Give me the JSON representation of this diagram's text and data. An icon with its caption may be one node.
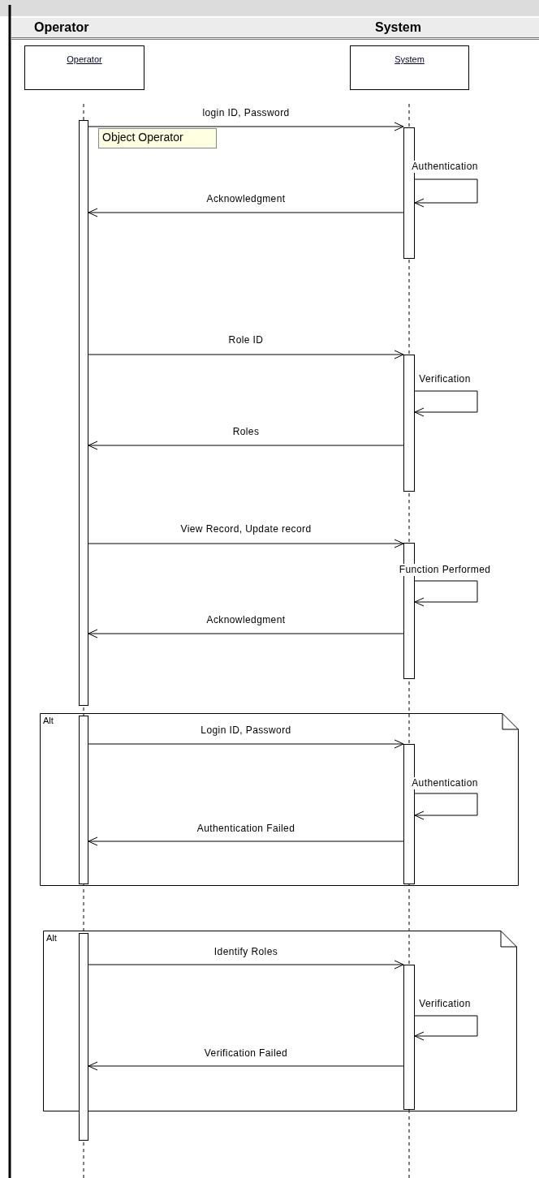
{
  "diagram": {
    "nodes": [
      {
        "text": [
          "Operator"
        ]
      },
      {
        "text": [
          "System"
        ]
      },
      {
        "text": [
          "Operator"
        ]
      },
      {
        "text": [
          "System"
        ]
      },
      {
        "text": [],
        "shape": "bar"
      },
      {
        "text": [
          "Object Operator"
        ]
      },
      {
        "text": [],
        "shape": "bar"
      },
      {
        "text": [],
        "shape": "bar"
      },
      {
        "text": [],
        "shape": "bar"
      },
      {
        "text": [
          "Alt"
        ]
      },
      {
        "text": [],
        "shape": "bar",
        "in": 9
      },
      {
        "text": [],
        "shape": "bar",
        "in": 9
      },
      {
        "text": [
          "Alt"
        ]
      },
      {
        "text": [],
        "shape": "bar"
      },
      {
        "text": [],
        "shape": "bar",
        "in": 12
      }
    ],
    "edges": [
      {
        "from": 4,
        "to": 6,
        "arrow": "to",
        "label": "login ID, Password"
      },
      {
        "from": 6,
        "to": 6,
        "arrow": "to",
        "label": "Authentication"
      },
      {
        "from": 6,
        "to": 4,
        "arrow": "to",
        "label": "Acknowledgment"
      },
      {
        "from": 4,
        "to": 7,
        "arrow": "to",
        "label": "Role ID"
      },
      {
        "from": 7,
        "to": 7,
        "arrow": "to",
        "label": "Verification"
      },
      {
        "from": 7,
        "to": 4,
        "arrow": "to",
        "label": "Roles"
      },
      {
        "from": 4,
        "to": 8,
        "arrow": "to",
        "label": "View Record, Update record"
      },
      {
        "from": 8,
        "to": 8,
        "arrow": "to",
        "label": "Function Performed"
      },
      {
        "from": 8,
        "to": 4,
        "arrow": "to",
        "label": "Acknowledgment"
      },
      {
        "from": 10,
        "to": 11,
        "arrow": "to",
        "label": "Login ID, Password"
      },
      {
        "from": 11,
        "to": 11,
        "arrow": "to",
        "label": "Authentication"
      },
      {
        "from": 11,
        "to": 10,
        "arrow": "to",
        "label": "Authentication Failed"
      },
      {
        "from": 13,
        "to": 14,
        "arrow": "to",
        "label": "Identify Roles"
      },
      {
        "from": 14,
        "to": 14,
        "arrow": "to",
        "label": "Verification"
      },
      {
        "from": 14,
        "to": 13,
        "arrow": "to",
        "label": "Verification Failed"
      }
    ]
  }
}
